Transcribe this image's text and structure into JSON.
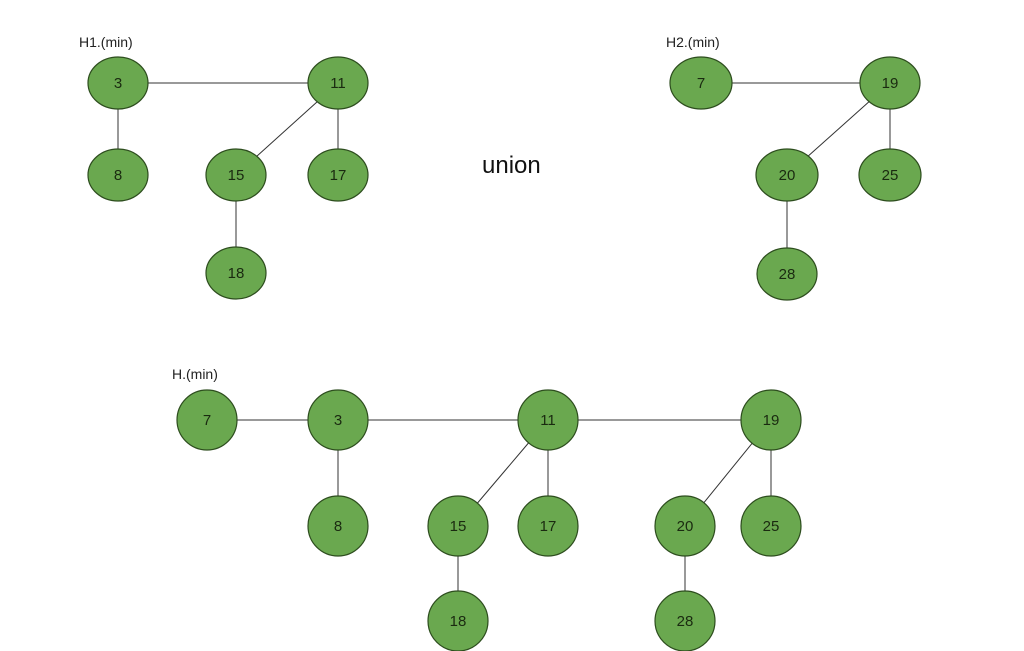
{
  "diagram": {
    "operation_label": "union",
    "colors": {
      "node_fill": "#6aa84f",
      "node_stroke": "#2d4d1e",
      "edge": "#333333"
    },
    "heaps": [
      {
        "id": "H1",
        "label": "H1.(min)",
        "nodes": [
          {
            "id": "h1-3",
            "key": "3"
          },
          {
            "id": "h1-11",
            "key": "11"
          },
          {
            "id": "h1-8",
            "key": "8"
          },
          {
            "id": "h1-15",
            "key": "15"
          },
          {
            "id": "h1-17",
            "key": "17"
          },
          {
            "id": "h1-18",
            "key": "18"
          }
        ],
        "root_links": [
          [
            "h1-3",
            "h1-11"
          ]
        ],
        "edges": [
          [
            "h1-3",
            "h1-8"
          ],
          [
            "h1-11",
            "h1-15"
          ],
          [
            "h1-11",
            "h1-17"
          ],
          [
            "h1-15",
            "h1-18"
          ]
        ]
      },
      {
        "id": "H2",
        "label": "H2.(min)",
        "nodes": [
          {
            "id": "h2-7",
            "key": "7"
          },
          {
            "id": "h2-19",
            "key": "19"
          },
          {
            "id": "h2-20",
            "key": "20"
          },
          {
            "id": "h2-25",
            "key": "25"
          },
          {
            "id": "h2-28",
            "key": "28"
          }
        ],
        "root_links": [
          [
            "h2-7",
            "h2-19"
          ]
        ],
        "edges": [
          [
            "h2-19",
            "h2-20"
          ],
          [
            "h2-19",
            "h2-25"
          ],
          [
            "h2-20",
            "h2-28"
          ]
        ]
      },
      {
        "id": "H",
        "label": "H.(min)",
        "nodes": [
          {
            "id": "h-7",
            "key": "7"
          },
          {
            "id": "h-3",
            "key": "3"
          },
          {
            "id": "h-11",
            "key": "11"
          },
          {
            "id": "h-19",
            "key": "19"
          },
          {
            "id": "h-8",
            "key": "8"
          },
          {
            "id": "h-15",
            "key": "15"
          },
          {
            "id": "h-17",
            "key": "17"
          },
          {
            "id": "h-20",
            "key": "20"
          },
          {
            "id": "h-25",
            "key": "25"
          },
          {
            "id": "h-18",
            "key": "18"
          },
          {
            "id": "h-28",
            "key": "28"
          }
        ],
        "root_links": [
          [
            "h-7",
            "h-3"
          ],
          [
            "h-3",
            "h-11"
          ],
          [
            "h-11",
            "h-19"
          ]
        ],
        "edges": [
          [
            "h-3",
            "h-8"
          ],
          [
            "h-11",
            "h-15"
          ],
          [
            "h-11",
            "h-17"
          ],
          [
            "h-15",
            "h-18"
          ],
          [
            "h-19",
            "h-20"
          ],
          [
            "h-19",
            "h-25"
          ],
          [
            "h-20",
            "h-28"
          ]
        ]
      }
    ]
  }
}
